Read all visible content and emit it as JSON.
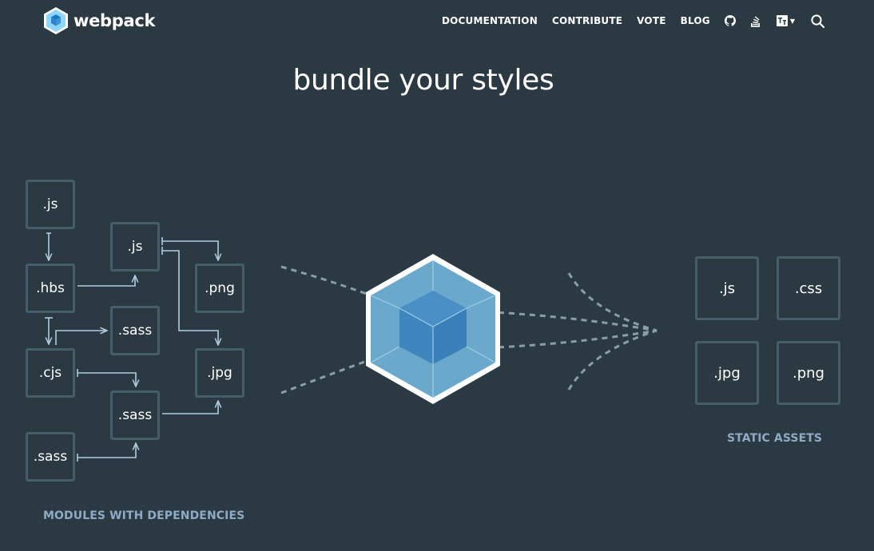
{
  "header": {
    "logo_text": "webpack",
    "nav": [
      "DOCUMENTATION",
      "CONTRIBUTE",
      "VOTE",
      "BLOG"
    ]
  },
  "hero": {
    "headline": "bundle your styles"
  },
  "modules": [
    ".js",
    ".hbs",
    ".js",
    ".png",
    ".sass",
    ".cjs",
    ".jpg",
    ".sass",
    ".sass"
  ],
  "modules_caption": "MODULES WITH DEPENDENCIES",
  "assets": [
    ".js",
    ".css",
    ".jpg",
    ".png"
  ],
  "assets_caption": "STATIC ASSETS",
  "colors": {
    "background": "#2b3a42",
    "box_border": "#465e69",
    "arrow": "#b0cde0",
    "caption": "#8dabc4",
    "cube_light": "#8ed6fb",
    "cube_dark": "#1c78c0"
  }
}
